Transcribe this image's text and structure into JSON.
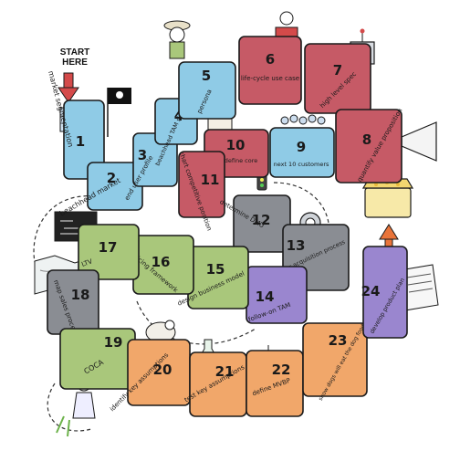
{
  "start_label": "START\nHERE",
  "colors": {
    "blue": "#8fcbe6",
    "red": "#c65a66",
    "green": "#a9c77b",
    "slate": "#8a8d93",
    "purple": "#9a86cf",
    "orange": "#f1a76a",
    "outline": "#1a1a1a"
  },
  "steps": [
    {
      "num": "1",
      "label": "market segmentation",
      "color": "blue"
    },
    {
      "num": "2",
      "label": "beachhead market",
      "color": "blue"
    },
    {
      "num": "3",
      "label": "end user profile",
      "color": "blue"
    },
    {
      "num": "4",
      "label": "beachhead TAM size",
      "color": "blue"
    },
    {
      "num": "5",
      "label": "persona",
      "color": "blue"
    },
    {
      "num": "6",
      "label": "life-cycle use case",
      "color": "red"
    },
    {
      "num": "7",
      "label": "high level spec",
      "color": "red"
    },
    {
      "num": "8",
      "label": "quantify value proposition",
      "color": "red"
    },
    {
      "num": "9",
      "label": "next 10 customers",
      "color": "blue"
    },
    {
      "num": "10",
      "label": "define core",
      "color": "red"
    },
    {
      "num": "11",
      "label": "chart competitive position",
      "color": "red"
    },
    {
      "num": "12",
      "label": "determine DMU",
      "color": "slate"
    },
    {
      "num": "13",
      "label": "map customer acquisition process",
      "color": "slate"
    },
    {
      "num": "14",
      "label": "follow-on TAM",
      "color": "purple"
    },
    {
      "num": "15",
      "label": "design business model",
      "color": "green"
    },
    {
      "num": "16",
      "label": "pricing framework",
      "color": "green"
    },
    {
      "num": "17",
      "label": "LTV",
      "color": "green"
    },
    {
      "num": "18",
      "label": "map sales process",
      "color": "slate"
    },
    {
      "num": "19",
      "label": "COCA",
      "color": "green"
    },
    {
      "num": "20",
      "label": "identify key assumptions",
      "color": "orange"
    },
    {
      "num": "21",
      "label": "test key assumptions",
      "color": "orange"
    },
    {
      "num": "22",
      "label": "define MVBP",
      "color": "orange"
    },
    {
      "num": "23",
      "label": "show dogs will eat the dog food",
      "color": "orange"
    },
    {
      "num": "24",
      "label": "develop product plan",
      "color": "purple"
    }
  ]
}
